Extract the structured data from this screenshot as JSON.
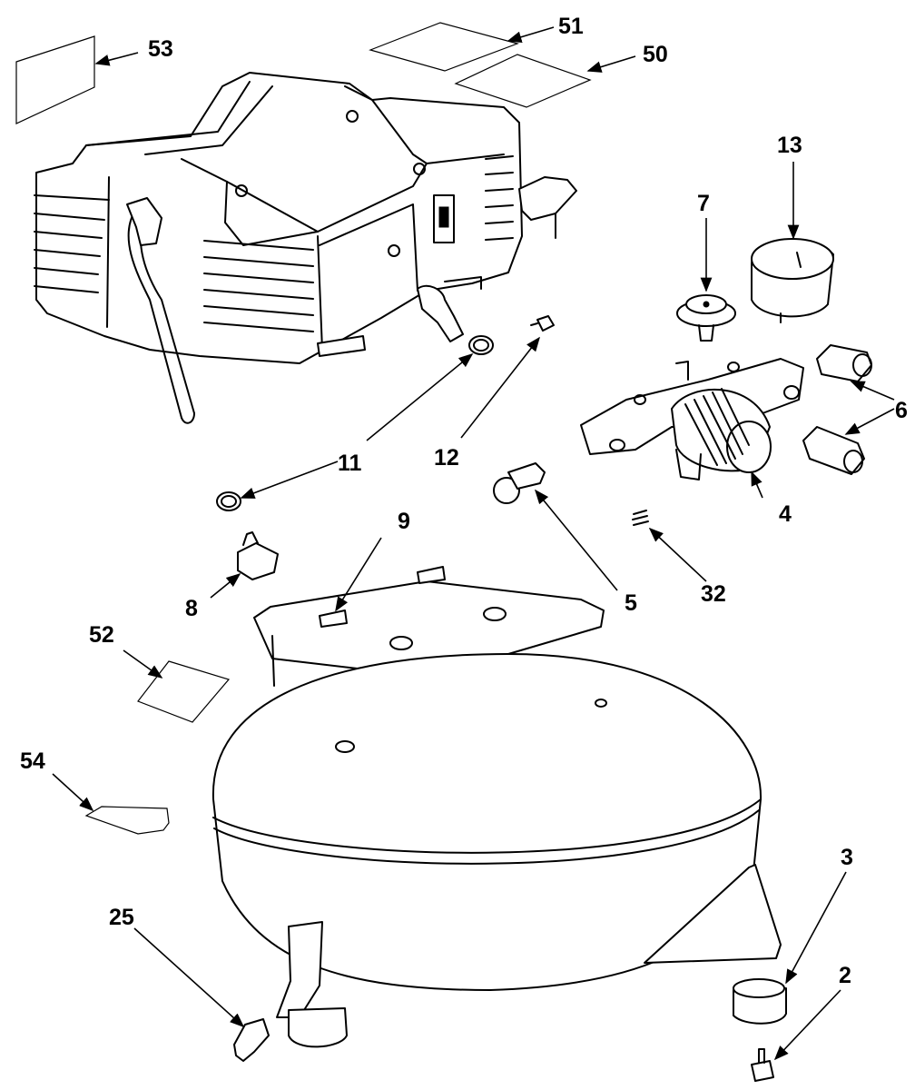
{
  "callouts": {
    "c53": "53",
    "c51": "51",
    "c50": "50",
    "c13": "13",
    "c7": "7",
    "c6": "6",
    "c11a": "11",
    "c12": "12",
    "c4": "4",
    "c32": "32",
    "c5": "5",
    "c9": "9",
    "c8": "8",
    "c52": "52",
    "c54": "54",
    "c3": "3",
    "c2": "2",
    "c25": "25"
  }
}
